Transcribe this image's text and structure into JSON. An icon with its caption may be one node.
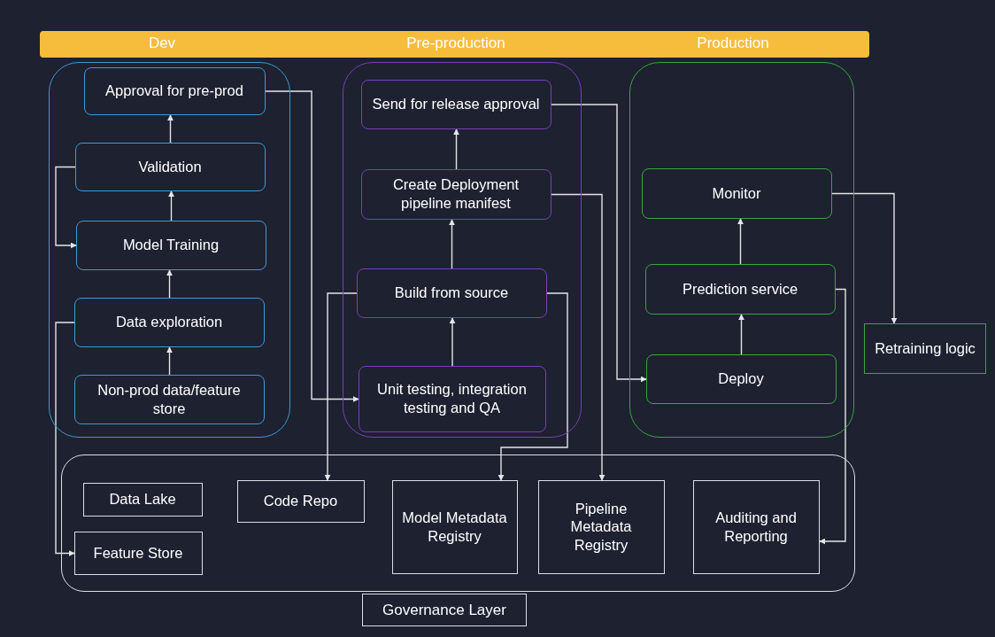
{
  "diagram": {
    "nodes": [
      {
        "text": [
          "Dev",
          "Pre-production",
          "Production"
        ]
      },
      {
        "text": [],
        "shape": "box"
      },
      {
        "text": [
          "Approval for pre-prod"
        ],
        "in": 1
      },
      {
        "text": [
          "Validation"
        ],
        "in": 1
      },
      {
        "text": [
          "Model Training"
        ],
        "in": 1
      },
      {
        "text": [
          "Data exploration"
        ],
        "in": 1
      },
      {
        "text": [
          "Non-prod data/feature store"
        ],
        "in": 1
      },
      {
        "text": [],
        "shape": "box"
      },
      {
        "text": [
          "Send for release approval"
        ],
        "in": 7
      },
      {
        "text": [
          "Create Deployment pipeline manifest"
        ],
        "in": 7
      },
      {
        "text": [
          "Build from source"
        ],
        "in": 7
      },
      {
        "text": [
          "Unit testing, integration testing and QA"
        ],
        "in": 7
      },
      {
        "text": [],
        "shape": "box"
      },
      {
        "text": [
          "Monitor"
        ],
        "in": 12
      },
      {
        "text": [
          "Prediction service"
        ],
        "in": 12
      },
      {
        "text": [
          "Deploy"
        ],
        "in": 12
      },
      {
        "text": [
          "Retraining logic"
        ]
      },
      {
        "text": [
          "Governance Layer"
        ]
      },
      {
        "text": [
          "Data Lake"
        ],
        "in": 17
      },
      {
        "text": [
          "Feature Store"
        ],
        "in": 17
      },
      {
        "text": [
          "Code Repo"
        ],
        "in": 17
      },
      {
        "text": [
          "Model Metadata Registry"
        ],
        "in": 17
      },
      {
        "text": [
          "Pipeline Metadata Registry"
        ],
        "in": 17
      },
      {
        "text": [
          "Auditing and Reporting"
        ],
        "in": 17
      }
    ],
    "edges": [
      {
        "from": 6,
        "to": 5,
        "arrow": "to"
      },
      {
        "from": 5,
        "to": 4,
        "arrow": "to"
      },
      {
        "from": 4,
        "to": 3,
        "arrow": "to"
      },
      {
        "from": 3,
        "to": 2,
        "arrow": "to"
      },
      {
        "from": 3,
        "to": 4,
        "arrow": "to"
      },
      {
        "from": 2,
        "to": 11,
        "arrow": "to"
      },
      {
        "from": 5,
        "to": 19,
        "arrow": "to"
      },
      {
        "from": 11,
        "to": 10,
        "arrow": "to"
      },
      {
        "from": 10,
        "to": 9,
        "arrow": "to"
      },
      {
        "from": 9,
        "to": 8,
        "arrow": "to"
      },
      {
        "from": 10,
        "to": 20,
        "arrow": "to"
      },
      {
        "from": 10,
        "to": 21,
        "arrow": "to"
      },
      {
        "from": 9,
        "to": 22,
        "arrow": "to"
      },
      {
        "from": 8,
        "to": 15,
        "arrow": "to"
      },
      {
        "from": 15,
        "to": 14,
        "arrow": "to"
      },
      {
        "from": 14,
        "to": 13,
        "arrow": "to"
      },
      {
        "from": 13,
        "to": 16,
        "arrow": "to"
      },
      {
        "from": 14,
        "to": 23,
        "arrow": "to"
      }
    ]
  }
}
